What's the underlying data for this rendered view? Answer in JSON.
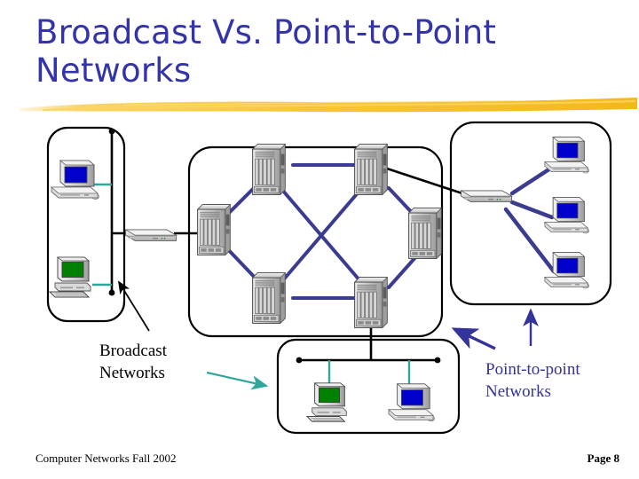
{
  "slide": {
    "title": "Broadcast Vs. Point-to-Point\nNetworks",
    "title_color": "#3333AA",
    "brush_color": "#F5C02B"
  },
  "labels": {
    "broadcast": "Broadcast\nNetworks",
    "broadcast_color": "#000000",
    "point_to_point": "Point-to-point\nNetworks",
    "point_to_point_color": "#333399"
  },
  "footer": {
    "left": "Computer Networks Fall 2002",
    "right": "Page 8"
  },
  "colors": {
    "bus_line": "#000000",
    "host_link": "#2FA89B",
    "mesh_link": "#3B3B8F",
    "wan_link": "#000000",
    "arrow_black": "#000000",
    "arrow_teal": "#2FA89B",
    "arrow_blue": "#333399",
    "screen_blue": "#0000CC",
    "screen_green": "#008000",
    "chassis_gray": "#C8C8C8",
    "outline": "#000000"
  },
  "regions": [
    {
      "id": "broadcast-lan-left",
      "kind": "broadcast-lan",
      "bus": "vertical",
      "hosts": [
        {
          "type": "desktop-computer",
          "screen": "blue"
        },
        {
          "type": "desktop-computer",
          "screen": "green"
        }
      ],
      "devices": [
        {
          "type": "hub-switch"
        }
      ]
    },
    {
      "id": "point-to-point-wan-center",
      "kind": "mesh-wan",
      "nodes": [
        {
          "id": "r-left",
          "type": "router"
        },
        {
          "id": "r-top-l",
          "type": "router"
        },
        {
          "id": "r-top-r",
          "type": "router"
        },
        {
          "id": "r-right",
          "type": "router"
        },
        {
          "id": "r-bot-l",
          "type": "router"
        },
        {
          "id": "r-bot-r",
          "type": "router"
        }
      ],
      "links": [
        [
          "r-left",
          "r-top-l"
        ],
        [
          "r-left",
          "r-bot-l"
        ],
        [
          "r-top-l",
          "r-top-r"
        ],
        [
          "r-top-l",
          "r-bot-r"
        ],
        [
          "r-top-r",
          "r-bot-l"
        ],
        [
          "r-top-r",
          "r-right"
        ],
        [
          "r-right",
          "r-bot-r"
        ],
        [
          "r-bot-l",
          "r-bot-r"
        ]
      ]
    },
    {
      "id": "point-to-point-lan-right",
      "kind": "star-p2p",
      "devices": [
        {
          "type": "hub-switch"
        }
      ],
      "hosts": [
        {
          "type": "desktop-computer",
          "screen": "blue"
        },
        {
          "type": "desktop-computer",
          "screen": "blue"
        },
        {
          "type": "desktop-computer",
          "screen": "blue"
        }
      ]
    },
    {
      "id": "broadcast-lan-bottom",
      "kind": "broadcast-lan",
      "bus": "horizontal",
      "hosts": [
        {
          "type": "desktop-computer",
          "screen": "green"
        },
        {
          "type": "desktop-computer",
          "screen": "blue"
        }
      ]
    }
  ],
  "annotations": [
    {
      "id": "arrow-to-left-lan",
      "color": "#000000",
      "points_to": "broadcast-lan-left"
    },
    {
      "id": "arrow-to-bottom-lan",
      "color": "#2FA89B",
      "points_to": "broadcast-lan-bottom"
    },
    {
      "id": "arrow-to-wan",
      "color": "#333399",
      "points_to": "point-to-point-wan-center"
    },
    {
      "id": "arrow-to-right-lan",
      "color": "#333399",
      "points_to": "point-to-point-lan-right"
    }
  ]
}
